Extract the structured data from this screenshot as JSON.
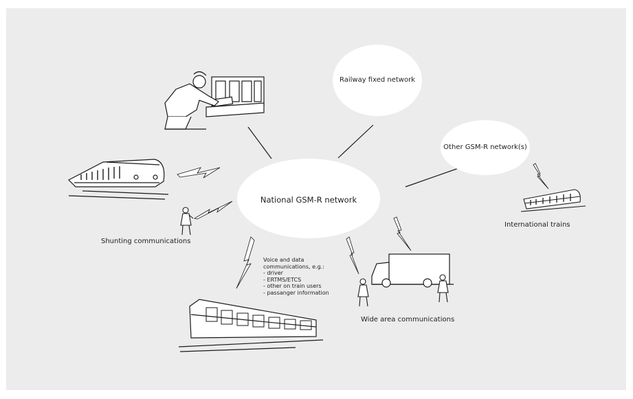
{
  "colors": {
    "panel_background": "#ececec",
    "ellipse_fill": "#ffffff",
    "line_color": "#1a1a1a",
    "text_color": "#222222"
  },
  "diagram": {
    "center_node": {
      "label": "National GSM-R network"
    },
    "fixed_network": {
      "label": "Railway fixed network"
    },
    "other_networks": {
      "label": "Other GSM-R network(s)"
    },
    "international_trains": {
      "label": "International trains"
    },
    "shunting": {
      "label": "Shunting communications"
    },
    "wide_area": {
      "label": "Wide area communications"
    },
    "voice_data": {
      "heading_line1": "Voice and data",
      "heading_line2": "communications, e.g.:",
      "items": [
        "driver",
        "ERTMS/ETCS",
        "other on train users",
        "passanger information"
      ]
    }
  },
  "icons": {
    "dispatcher": "dispatcher-at-console-icon",
    "high_speed_train": "high-speed-train-icon",
    "commuter_train": "commuter-train-icon",
    "international_train": "international-train-icon",
    "truck": "truck-icon",
    "person": "person-with-radio-icon",
    "radio_link": "radio-link-lightning-icon"
  }
}
